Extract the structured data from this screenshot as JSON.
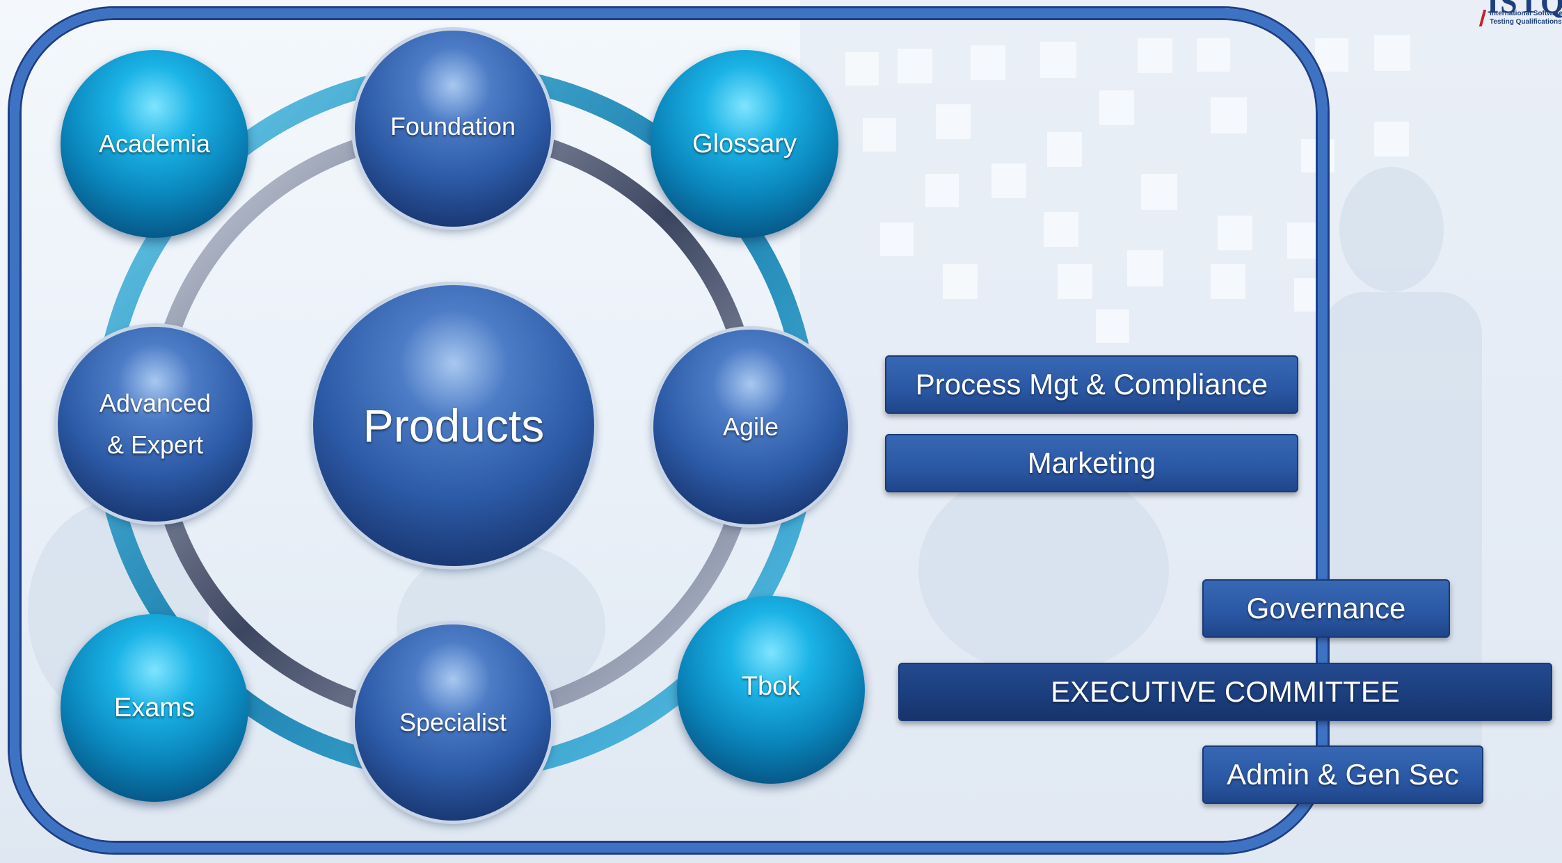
{
  "logo": {
    "mark": "ISTQB",
    "line1": "International Software",
    "line2": "Testing Qualifications Board"
  },
  "center": {
    "label": "Products"
  },
  "orbit_spheres": [
    {
      "id": "academia",
      "label": "Academia",
      "style": "cyan"
    },
    {
      "id": "foundation",
      "label": "Foundation",
      "style": "navy"
    },
    {
      "id": "glossary",
      "label": "Glossary",
      "style": "cyan"
    },
    {
      "id": "advanced-expert",
      "label": "Advanced\n& Expert",
      "style": "navy"
    },
    {
      "id": "agile",
      "label": "Agile",
      "style": "navy"
    },
    {
      "id": "exams",
      "label": "Exams",
      "style": "cyan"
    },
    {
      "id": "specialist",
      "label": "Specialist",
      "style": "navy"
    },
    {
      "id": "tbok",
      "label": "Tbok",
      "style": "cyan"
    }
  ],
  "boxes": {
    "process": "Process Mgt & Compliance",
    "marketing": "Marketing",
    "governance": "Governance",
    "executive": "EXECUTIVE COMMITTEE",
    "admin": "Admin & Gen Sec"
  },
  "colors": {
    "frame": "#3e73c4",
    "box": "#2a57a3",
    "cyan_sphere": "#0a87bd",
    "navy_sphere": "#2c5aa6"
  }
}
